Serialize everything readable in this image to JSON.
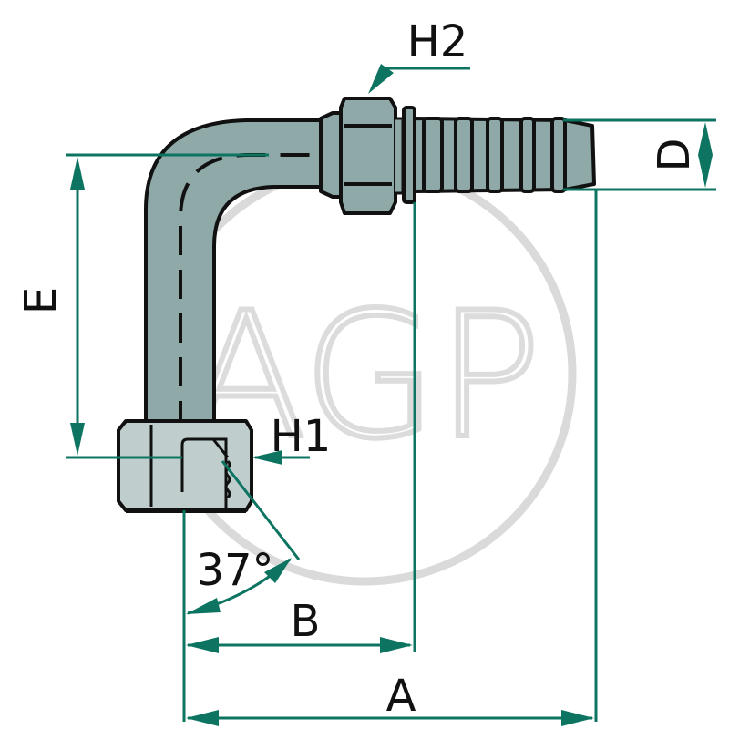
{
  "diagram": {
    "subject": "90° elbow hose fitting with swivel nut (JIC 37° flare)",
    "watermark": "AGP",
    "labels": {
      "h2": "H2",
      "h1": "H1",
      "d": "D",
      "e": "E",
      "angle": "37°",
      "b": "B",
      "a": "A"
    },
    "colors": {
      "dimension_lines": "#0c7460",
      "part_fill": "#8ea9a7",
      "nut_fill": "#bfcecd",
      "outline": "#111111",
      "watermark": "#d9d9d9",
      "background": "#ffffff"
    }
  }
}
